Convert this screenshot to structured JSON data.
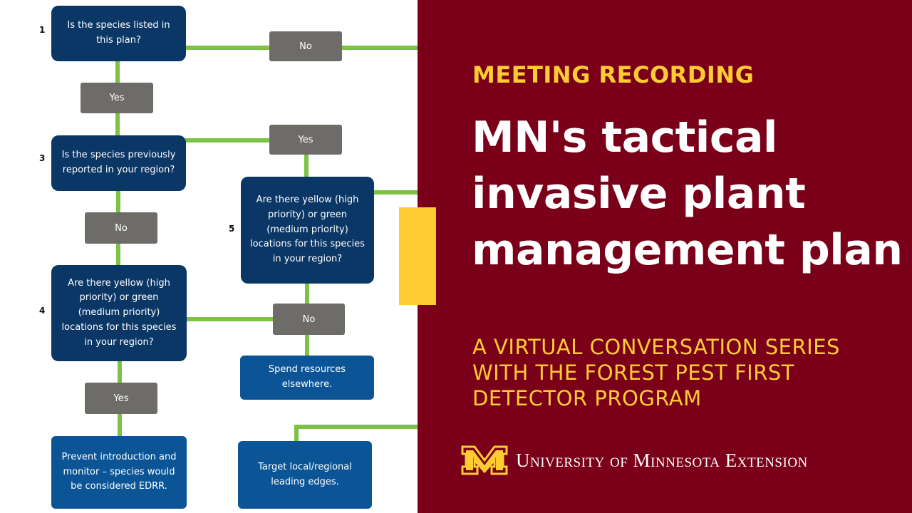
{
  "flowchart": {
    "questions": [
      {
        "number": "1",
        "text": "Is the species listed in this plan?"
      },
      {
        "number": "3",
        "text": "Is the species previously reported in your region?"
      },
      {
        "number": "4",
        "text": "Are there yellow (high priority) or green (medium priority) locations for this species in your region?"
      },
      {
        "number": "5",
        "text": "Are there yellow (high priority) or green (medium priority) locations for this species in your region?"
      }
    ],
    "answers": {
      "q1_no": "No",
      "q1_yes": "Yes",
      "q3_yes": "Yes",
      "q3_no": "No",
      "q5_no": "No",
      "q4_yes": "Yes"
    },
    "actions": {
      "spend_resources": "Spend resources elsewhere.",
      "prevent_introduction": "Prevent introduction and monitor – species would be considered EDRR.",
      "target_leading_edges": "Target local/regional leading edges."
    },
    "colors": {
      "question_box": "#0b3766",
      "action_box": "#0b5597",
      "answer_box": "#6e6c69",
      "connector": "#7dc242"
    }
  },
  "banner": {
    "eyebrow": "MEETING RECORDING",
    "title_lines": [
      "MN's tactical",
      "invasive plant",
      "management plan"
    ],
    "subtitle_lines": [
      "A VIRTUAL CONVERSATION SERIES",
      "WITH THE FOREST PEST FIRST",
      "DETECTOR PROGRAM"
    ],
    "org_name": "University of Minnesota Extension",
    "logo_icon": "university-of-minnesota-m-logo",
    "colors": {
      "background": "#7a0019",
      "gold": "#ffcc33",
      "text": "#ffffff"
    }
  }
}
